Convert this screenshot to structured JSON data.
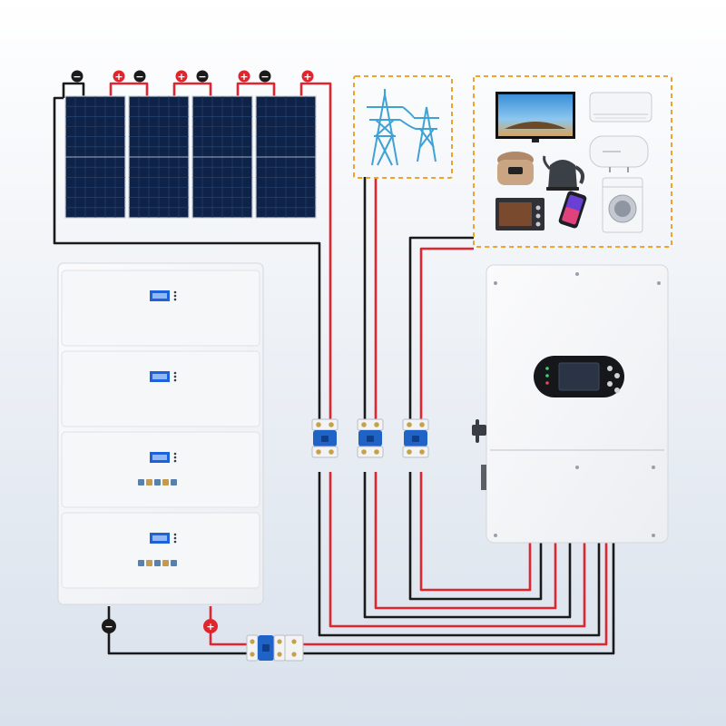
{
  "colors": {
    "background_top": "#ffffff",
    "background_bottom": "#d9e1ec",
    "positive_wire": "#e0252e",
    "negative_wire": "#1a1a1a",
    "panel_cell": "#0e2347",
    "frame_dash": "#f0a22e",
    "breaker_blue": "#1f63c6",
    "lcd_blue": "#1d62d8"
  },
  "polarity": {
    "positive": "+",
    "negative": "−"
  },
  "solar_panels": [
    {
      "id": "panel-1"
    },
    {
      "id": "panel-2"
    },
    {
      "id": "panel-3"
    },
    {
      "id": "panel-4"
    }
  ],
  "battery_modules": [
    {
      "id": "module-1"
    },
    {
      "id": "module-2"
    },
    {
      "id": "module-3"
    },
    {
      "id": "module-4"
    }
  ],
  "grid": {
    "icon": "transmission-tower-icon"
  },
  "loads": [
    {
      "icon": "tv-icon"
    },
    {
      "icon": "air-conditioner-icon"
    },
    {
      "icon": "rice-cooker-icon"
    },
    {
      "icon": "kettle-icon"
    },
    {
      "icon": "water-heater-icon"
    },
    {
      "icon": "oven-icon"
    },
    {
      "icon": "smartphone-icon"
    },
    {
      "icon": "washing-machine-icon"
    }
  ],
  "breakers": [
    {
      "id": "pv-breaker"
    },
    {
      "id": "grid-breaker"
    },
    {
      "id": "load-breaker"
    },
    {
      "id": "battery-breaker"
    }
  ],
  "inverter": {
    "display": "lcd-screen"
  }
}
